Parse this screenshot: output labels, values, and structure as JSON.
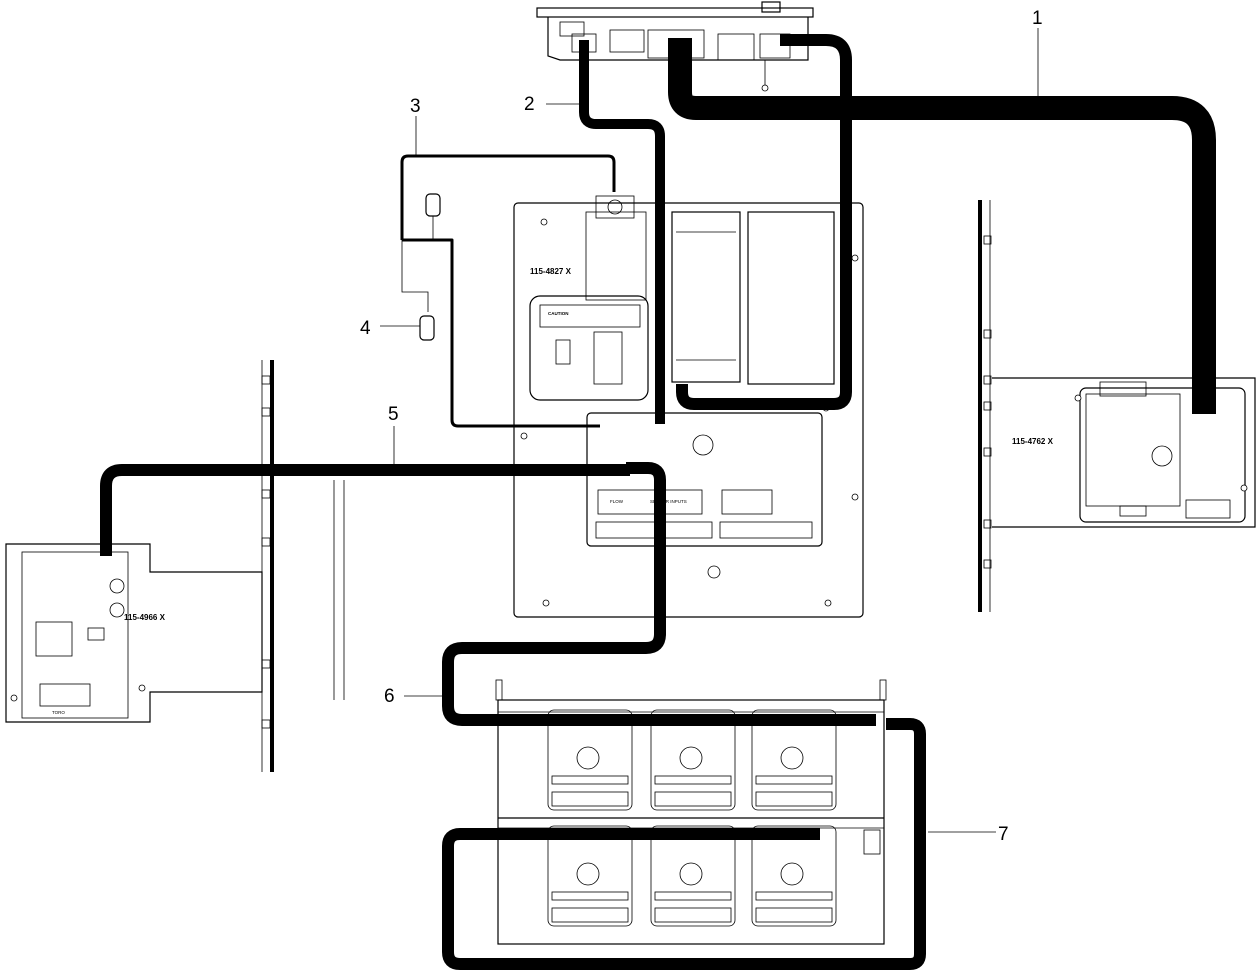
{
  "callouts": [
    {
      "id": "1",
      "label": "1"
    },
    {
      "id": "2",
      "label": "2"
    },
    {
      "id": "3",
      "label": "3"
    },
    {
      "id": "4",
      "label": "4"
    },
    {
      "id": "5",
      "label": "5"
    },
    {
      "id": "6",
      "label": "6"
    },
    {
      "id": "7",
      "label": "7"
    }
  ],
  "part_numbers": {
    "power_board": "115-4827 X",
    "right_module": "115-4762 X",
    "left_module": "115-4966 X"
  },
  "board_labels": {
    "flow": "FLOW",
    "sensor_inputs": "SENSOR INPUTS",
    "caution": "CAUTION",
    "left_brand": "TORO"
  }
}
